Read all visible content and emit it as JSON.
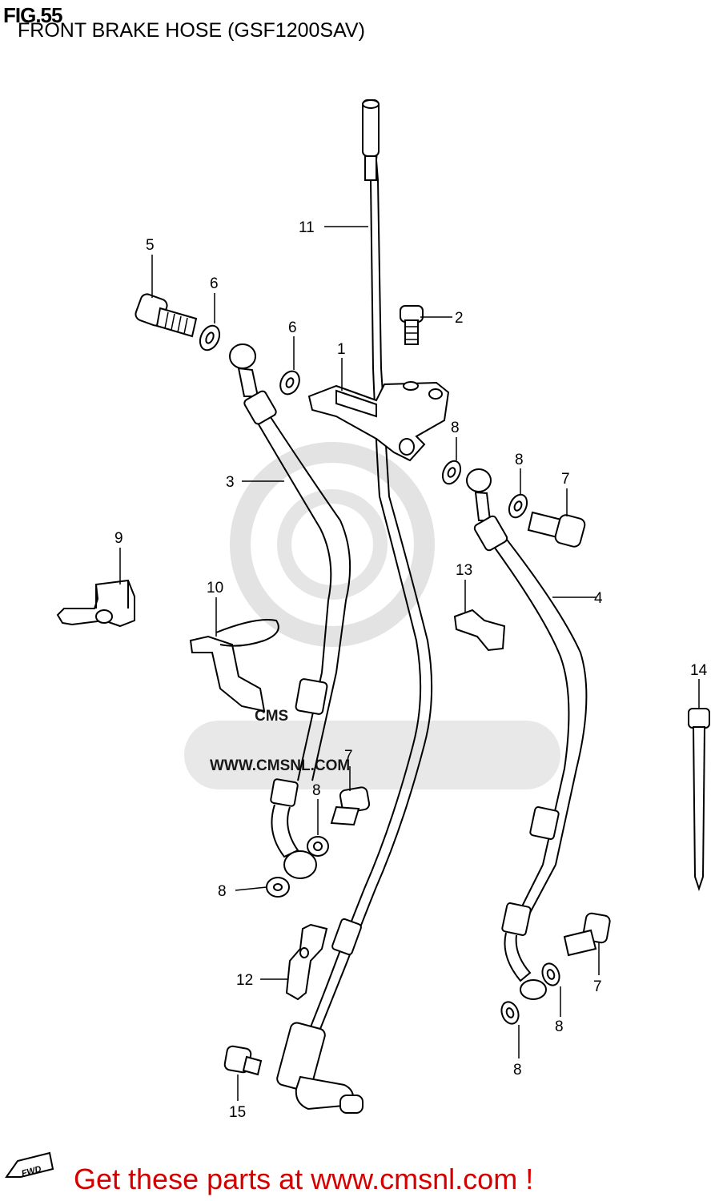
{
  "header": {
    "figure": "FIG.55",
    "subtitle": "FRONT BRAKE HOSE (GSF1200SAV)"
  },
  "callouts": {
    "c1": "1",
    "c2": "2",
    "c3": "3",
    "c4": "4",
    "c5": "5",
    "c6a": "6",
    "c6b": "6",
    "c7a": "7",
    "c7b": "7",
    "c7c": "7",
    "c8a": "8",
    "c8b": "8",
    "c8c": "8",
    "c8d": "8",
    "c8e": "8",
    "c8f": "8",
    "c9": "9",
    "c10": "10",
    "c11": "11",
    "c12": "12",
    "c13": "13",
    "c14": "14",
    "c15": "15"
  },
  "watermark": {
    "brand": "CMS",
    "url": "WWW.CMSNL.COM",
    "color": "#d9d9d9"
  },
  "fwd_label": "FWD",
  "footer": {
    "text": "Get these parts at www.cmsnl.com !",
    "color": "#d40000"
  }
}
